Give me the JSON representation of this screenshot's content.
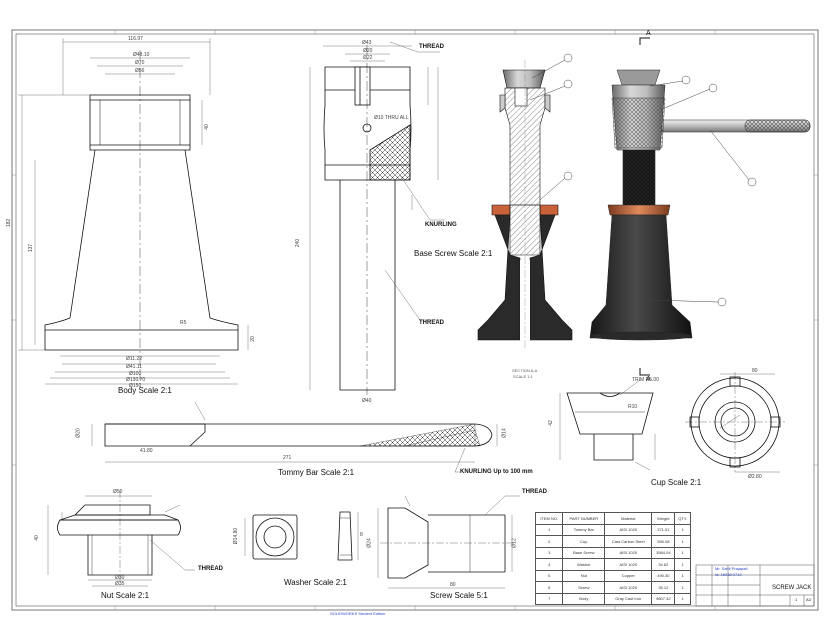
{
  "views": {
    "body_title": "Body Scale 2:1",
    "base_screw_title": "Base Screw Scale 2:1",
    "tommy_bar_title": "Tommy Bar Scale 2:1",
    "cup_title": "Cup Scale 2:1",
    "nut_title": "Nut Scale 2:1",
    "washer_title": "Washer Scale 2:1",
    "screw_title": "Screw Scale 5:1",
    "section_title": "SECTION A-A",
    "section_scale": "SCALE 1:1"
  },
  "callouts": {
    "base_thread": "THREAD",
    "base_knurling": "KNURLING",
    "base_thread_lower": "THREAD",
    "tommy_knurling": "KNURLING Up to 100 mm",
    "nut_thread": "THREAD",
    "screw_thread": "THREAD"
  },
  "section_marker": "A",
  "dimensions": {
    "body_top": "116.97",
    "body_phi1": "Ø48.10",
    "body_phi2": "Ø70",
    "body_phi3": "Ø56",
    "body_h": "182",
    "body_h2": "137",
    "body_side": "40",
    "body_b1": "Ø11.22",
    "body_b2": "Ø41.11",
    "body_b3": "Ø100",
    "body_b4": "Ø130.70",
    "body_b5": "Ø150",
    "body_r": "R5",
    "body_base_h": "20",
    "screw_phi_top": "Ø43",
    "screw_phi2": "Ø20",
    "screw_phi3": "Ø22",
    "screw_hole": "Ø10 THRU ALL",
    "screw_len": "240",
    "screw_phi_bot": "Ø40",
    "tommy_len": "271",
    "tommy_phi": "Ø14",
    "tommy_end": "Ø20",
    "tommy_chamfer": "41.80",
    "cup_h": "42",
    "cup_w": "80",
    "cup_trim": "TRIM R5.00",
    "cup_r": "R10",
    "cup_phi": "Ø2.80",
    "nut_phi": "Ø50",
    "nut_h": "40",
    "nut_b1": "Ø30",
    "nut_b2": "Ø35",
    "washer_phi": "Ø14.80",
    "washer_t": "8",
    "scr_len": "80",
    "scr_phi": "Ø24",
    "scr_phi2": "Ø12"
  },
  "bom": {
    "headers": [
      "ITEM NO.",
      "PART NUMBER",
      "Material",
      "Weight",
      "QTY."
    ],
    "rows": [
      [
        "1",
        "Tommy Bar",
        "AISI 1020",
        "371.51",
        "1"
      ],
      [
        "2",
        "Cup",
        "Cast Carbon Steel",
        "555.08",
        "1"
      ],
      [
        "3",
        "Base Screw",
        "AISI 1020",
        "3584.04",
        "1"
      ],
      [
        "4",
        "Washer",
        "AISI 1020",
        "34.62",
        "1"
      ],
      [
        "5",
        "Nut",
        "Copper",
        "490.30",
        "1"
      ],
      [
        "6",
        "Screw",
        "AISI 1020",
        "35.12",
        "1"
      ],
      [
        "7",
        "Body",
        "Gray Cast Iron",
        "9807.42",
        "1"
      ]
    ]
  },
  "title_block": {
    "title": "SCREW JACK",
    "author": "Mr. Sahil Prajapati",
    "author2": "Id: 16038 0712",
    "sheet": "1",
    "size": "A3"
  },
  "footer": "SOLIDWORKS Student Edition"
}
